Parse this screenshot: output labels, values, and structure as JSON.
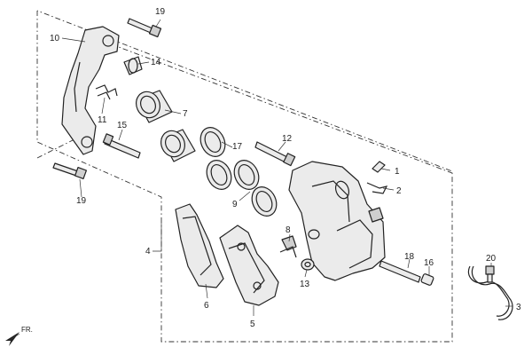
{
  "diagram": {
    "direction_label": "FR.",
    "callouts": {
      "c1": "1",
      "c2": "2",
      "c3": "3",
      "c4": "4",
      "c5": "5",
      "c6": "6",
      "c7": "7",
      "c8": "8",
      "c9": "9",
      "c10": "10",
      "c11": "11",
      "c12": "12",
      "c13": "13",
      "c14": "14",
      "c15": "15",
      "c16": "16",
      "c17": "17",
      "c18": "18",
      "c19a": "19",
      "c19b": "19",
      "c20": "20"
    }
  }
}
